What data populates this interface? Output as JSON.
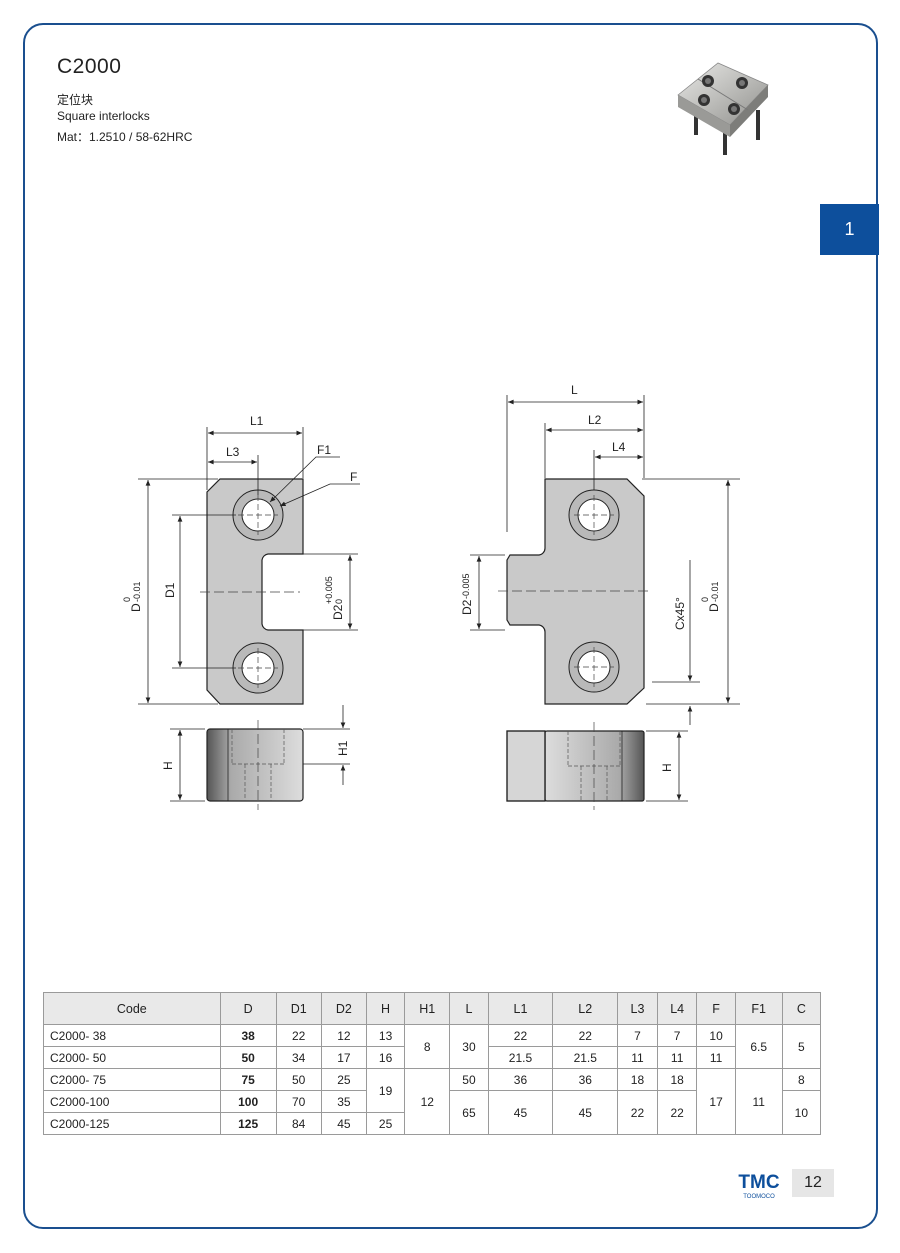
{
  "header": {
    "title": "C2000",
    "subtitle_cn": "定位块",
    "subtitle_en": "Square interlocks",
    "material": "Mat：1.2510 / 58-62HRC"
  },
  "section_tab": "1",
  "drawing": {
    "L1": "L1",
    "L3": "L3",
    "F1": "F1",
    "F": "F",
    "D_left": "D",
    "D_tol_up": "0",
    "D_tol_low": "-0.01",
    "D1": "D1",
    "D2_left": "D2",
    "D2_tol_up": "+0.005",
    "D2_tol_low": "0",
    "H_left": "H",
    "H1": "H1",
    "L": "L",
    "L2": "L2",
    "L4": "L4",
    "D2_right": "D2",
    "D2_right_tol": "-0.005",
    "C": "Cx45°",
    "D_right": "D",
    "D_right_tol_up": "0",
    "D_right_tol_low": "-0.01",
    "H_right": "H"
  },
  "table": {
    "headers": [
      "Code",
      "D",
      "D1",
      "D2",
      "H",
      "H1",
      "L",
      "L1",
      "L2",
      "L3",
      "L4",
      "F",
      "F1",
      "C"
    ],
    "codes": [
      "C2000- 38",
      "C2000- 50",
      "C2000- 75",
      "C2000-100",
      "C2000-125"
    ],
    "D": [
      "38",
      "50",
      "75",
      "100",
      "125"
    ],
    "D1": [
      "22",
      "34",
      "50",
      "70",
      "84"
    ],
    "D2": [
      "12",
      "17",
      "25",
      "35",
      "45"
    ],
    "H": [
      "13",
      "16",
      "19",
      "25"
    ],
    "H1": [
      "8",
      "12"
    ],
    "L": [
      "30",
      "50",
      "65"
    ],
    "L1": [
      "22",
      "21.5",
      "36",
      "45"
    ],
    "L2": [
      "22",
      "21.5",
      "36",
      "45"
    ],
    "L3": [
      "7",
      "11",
      "18",
      "22"
    ],
    "L4": [
      "7",
      "11",
      "18",
      "22"
    ],
    "F": [
      "10",
      "11",
      "17"
    ],
    "F1": [
      "6.5",
      "11"
    ],
    "C": [
      "5",
      "8",
      "10"
    ]
  },
  "footer": {
    "logo_main": "TMC",
    "logo_sub": "TOOMOCO",
    "page_number": "12"
  },
  "colors": {
    "brand_blue": "#0d4f9c",
    "frame": "#1a4f8f",
    "part_gray": "#c9c9c9"
  }
}
